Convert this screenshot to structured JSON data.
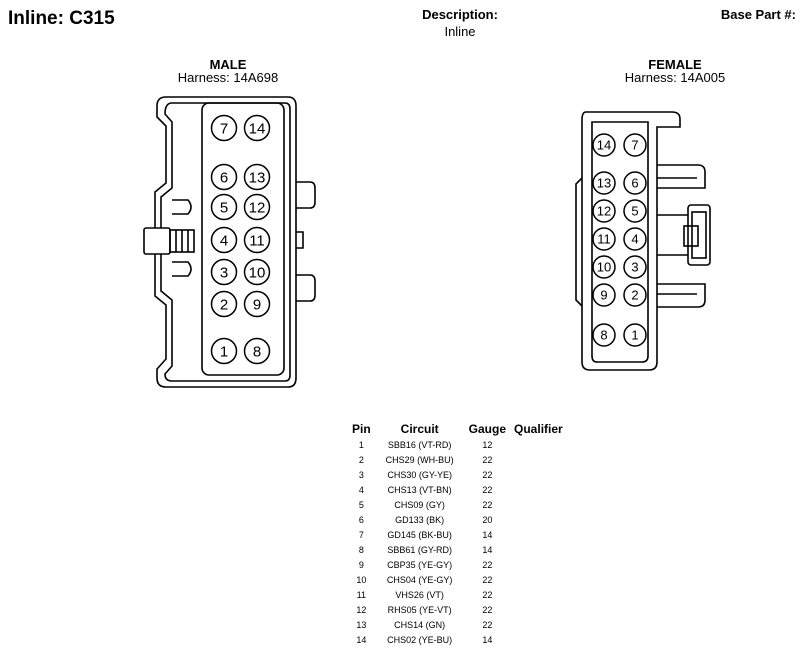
{
  "header": {
    "title": "Inline: C315",
    "description_label": "Description:",
    "description_value": "Inline",
    "base_part_label": "Base Part #:"
  },
  "male": {
    "title": "MALE",
    "harness": "Harness: 14A698",
    "pin_rows": [
      [
        "7",
        "14"
      ],
      [
        "6",
        "13"
      ],
      [
        "5",
        "12"
      ],
      [
        "4",
        "11"
      ],
      [
        "3",
        "10"
      ],
      [
        "2",
        "9"
      ],
      [
        "1",
        "8"
      ]
    ]
  },
  "female": {
    "title": "FEMALE",
    "harness": "Harness: 14A005",
    "pin_rows": [
      [
        "14",
        "7"
      ],
      [
        "13",
        "6"
      ],
      [
        "12",
        "5"
      ],
      [
        "11",
        "4"
      ],
      [
        "10",
        "3"
      ],
      [
        "9",
        "2"
      ],
      [
        "8",
        "1"
      ]
    ]
  },
  "table": {
    "headers": [
      "Pin",
      "Circuit",
      "Gauge",
      "Qualifier"
    ],
    "rows": [
      {
        "pin": "1",
        "circuit": "SBB16 (VT-RD)",
        "gauge": "12",
        "qualifier": ""
      },
      {
        "pin": "2",
        "circuit": "CHS29 (WH-BU)",
        "gauge": "22",
        "qualifier": ""
      },
      {
        "pin": "3",
        "circuit": "CHS30 (GY-YE)",
        "gauge": "22",
        "qualifier": ""
      },
      {
        "pin": "4",
        "circuit": "CHS13 (VT-BN)",
        "gauge": "22",
        "qualifier": ""
      },
      {
        "pin": "5",
        "circuit": "CHS09 (GY)",
        "gauge": "22",
        "qualifier": ""
      },
      {
        "pin": "6",
        "circuit": "GD133 (BK)",
        "gauge": "20",
        "qualifier": ""
      },
      {
        "pin": "7",
        "circuit": "GD145 (BK-BU)",
        "gauge": "14",
        "qualifier": ""
      },
      {
        "pin": "8",
        "circuit": "SBB61 (GY-RD)",
        "gauge": "14",
        "qualifier": ""
      },
      {
        "pin": "9",
        "circuit": "CBP35 (YE-GY)",
        "gauge": "22",
        "qualifier": ""
      },
      {
        "pin": "10",
        "circuit": "CHS04 (YE-GY)",
        "gauge": "22",
        "qualifier": ""
      },
      {
        "pin": "11",
        "circuit": "VHS26 (VT)",
        "gauge": "22",
        "qualifier": ""
      },
      {
        "pin": "12",
        "circuit": "RHS05 (YE-VT)",
        "gauge": "22",
        "qualifier": ""
      },
      {
        "pin": "13",
        "circuit": "CHS14 (GN)",
        "gauge": "22",
        "qualifier": ""
      },
      {
        "pin": "14",
        "circuit": "CHS02 (YE-BU)",
        "gauge": "14",
        "qualifier": ""
      }
    ]
  }
}
